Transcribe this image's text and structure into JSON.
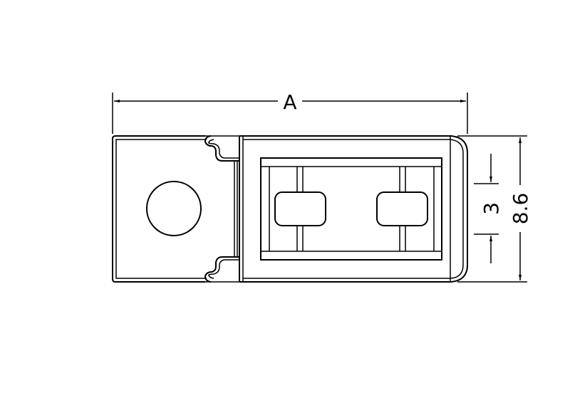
{
  "drawing": {
    "dimensions": {
      "width_label": "A",
      "height_label": "8.6",
      "slot_label": "3"
    },
    "line_color": "#000000",
    "background_color": "#ffffff"
  }
}
